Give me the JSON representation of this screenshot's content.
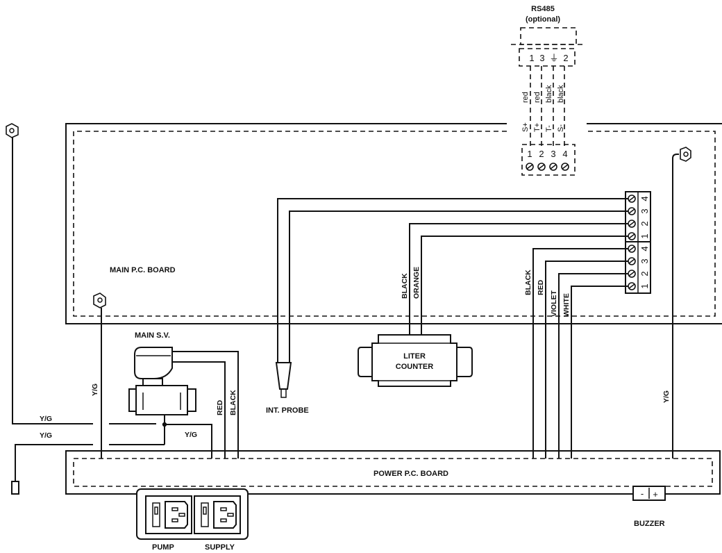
{
  "labels": {
    "main_board": "MAIN P.C. BOARD",
    "power_board": "POWER P.C. BOARD",
    "main_sv": "MAIN S.V.",
    "int_probe": "INT. PROBE",
    "liter_counter_line1": "LITER",
    "liter_counter_line2": "COUNTER",
    "buzzer": "BUZZER",
    "pump": "PUMP",
    "supply": "SUPPLY",
    "rs485": "RS485",
    "optional": "(optional)"
  },
  "wires": {
    "yg": "Y/G",
    "red": "RED",
    "black": "BLACK",
    "orange": "ORANGE",
    "violet": "VIOLET",
    "white": "WHITE"
  },
  "rs485_connector": {
    "top_pins": [
      "1",
      "3",
      "⏚",
      "2"
    ],
    "wire_colors": [
      "red",
      "red",
      "black",
      "black"
    ],
    "signals": [
      "S+",
      "T+",
      "T-",
      "S-"
    ],
    "bottom_pins": [
      "1",
      "2",
      "3",
      "4"
    ]
  },
  "terminal_block_upper": [
    "4",
    "3",
    "2",
    "1"
  ],
  "terminal_block_lower": [
    "4",
    "3",
    "2",
    "1"
  ],
  "buzzer_polarity": {
    "minus": "-",
    "plus": "+"
  }
}
